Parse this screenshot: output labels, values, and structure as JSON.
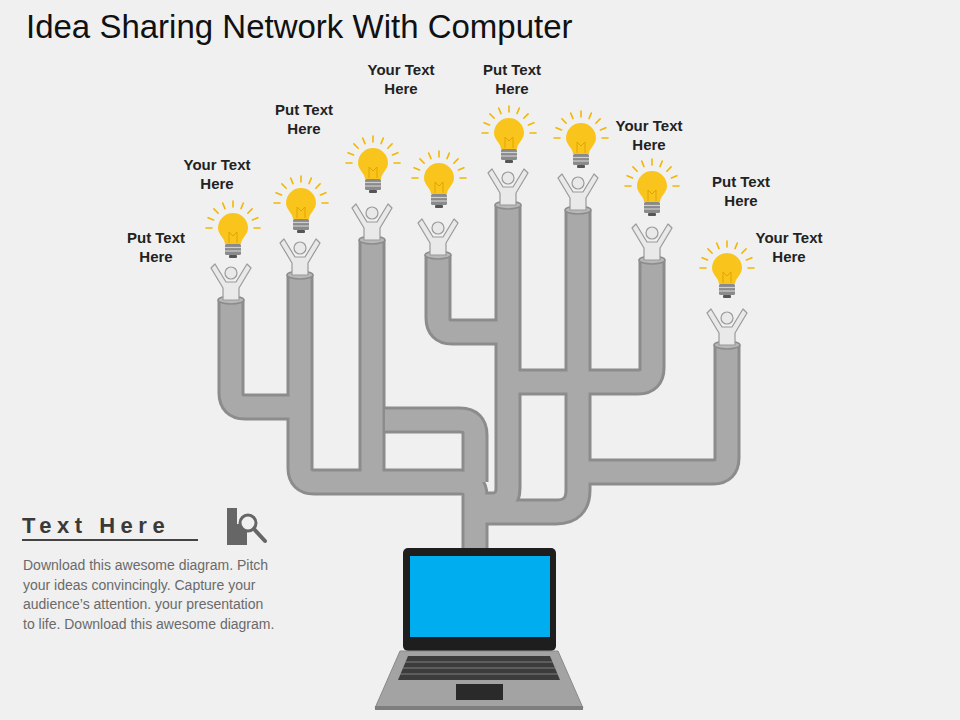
{
  "diagram": {
    "title": "Idea Sharing Network With Computer",
    "labels": [
      "Put Text Here",
      "Your Text Here",
      "Put Text Here",
      "Your Text Here",
      "Put Text Here",
      "Your Text Here",
      "Put Text Here",
      "Your Text Here",
      "Text Here",
      "Download this awesome diagram. Pitch your ideas convincingly. Capture your audience’s attention. your presentation to life. Download this awesome diagram."
    ]
  }
}
